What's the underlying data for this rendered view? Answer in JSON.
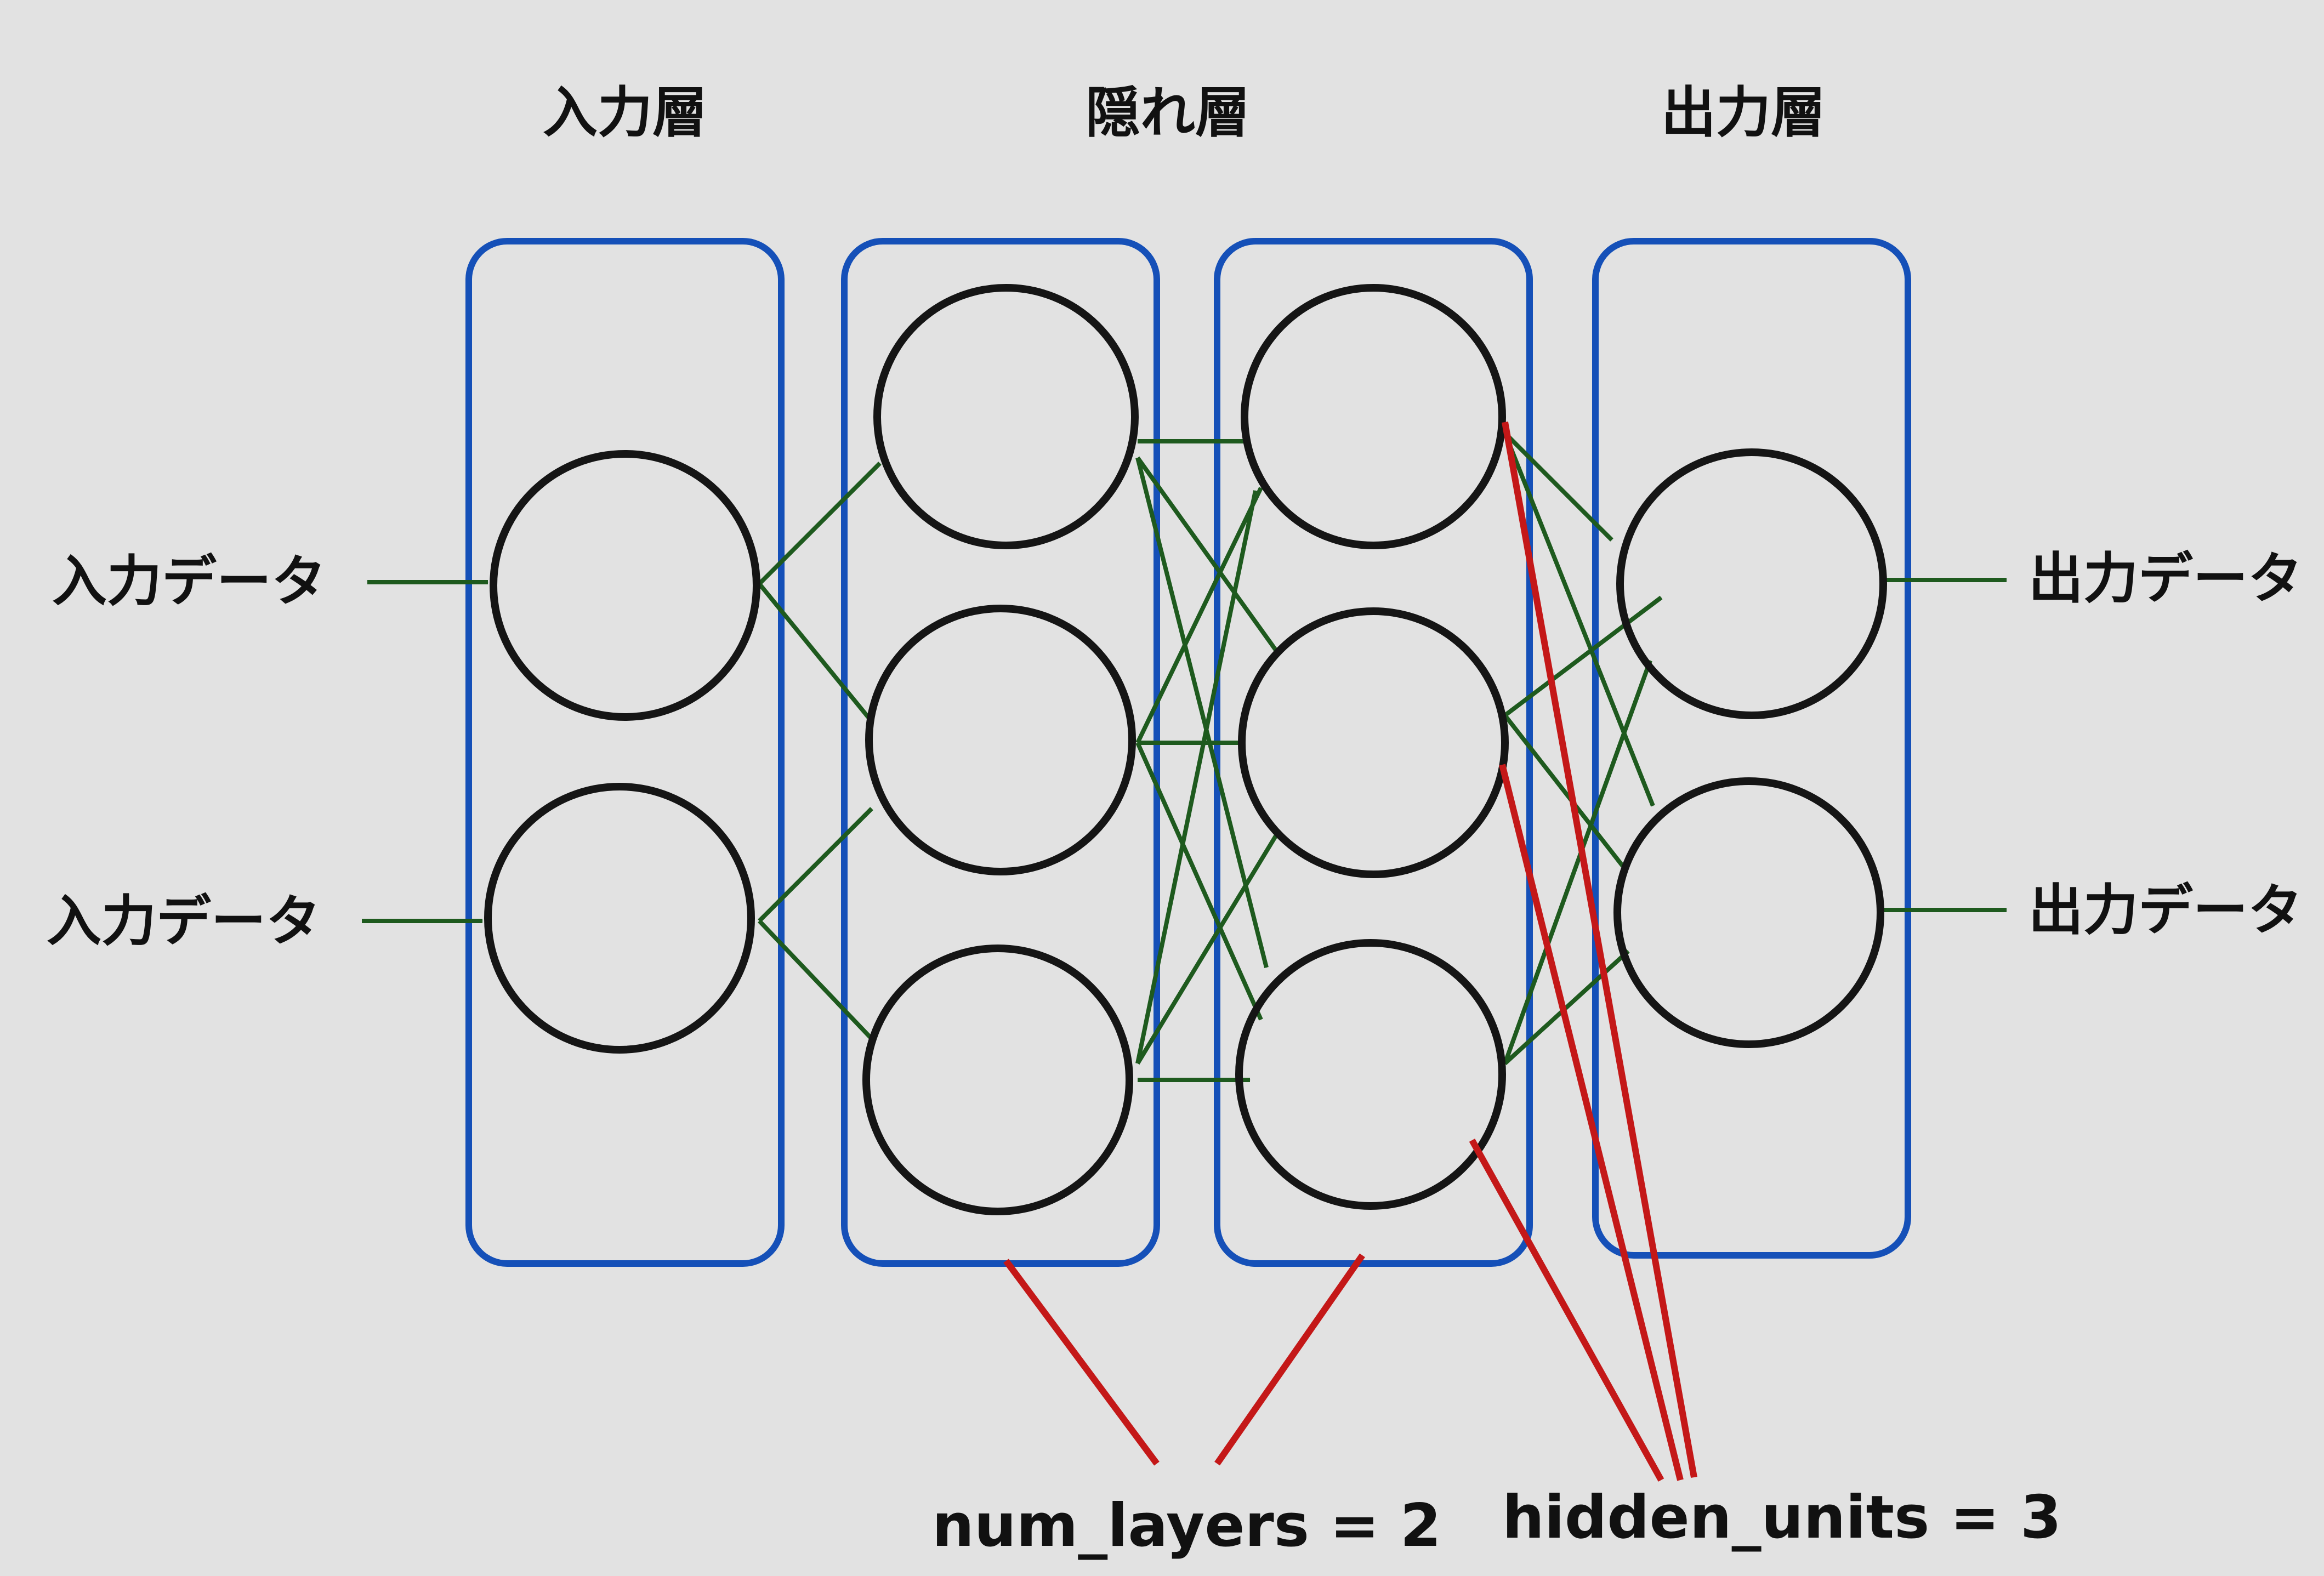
{
  "headers": {
    "input_layer": "入力層",
    "hidden_layer": "隠れ層",
    "output_layer": "出力層"
  },
  "io_labels": {
    "input_1": "入力データ",
    "input_2": "入力データ",
    "output_1": "出力データ",
    "output_2": "出力データ"
  },
  "annotations": {
    "num_layers": "num_layers = 2",
    "hidden_units": "hidden_units = 3"
  },
  "colors": {
    "background": "#e2e2e2",
    "layer_box": "#1550b8",
    "node_outline": "#151515",
    "connection_arrow": "#1e5a1e",
    "annotation_pointer": "#c41818"
  }
}
